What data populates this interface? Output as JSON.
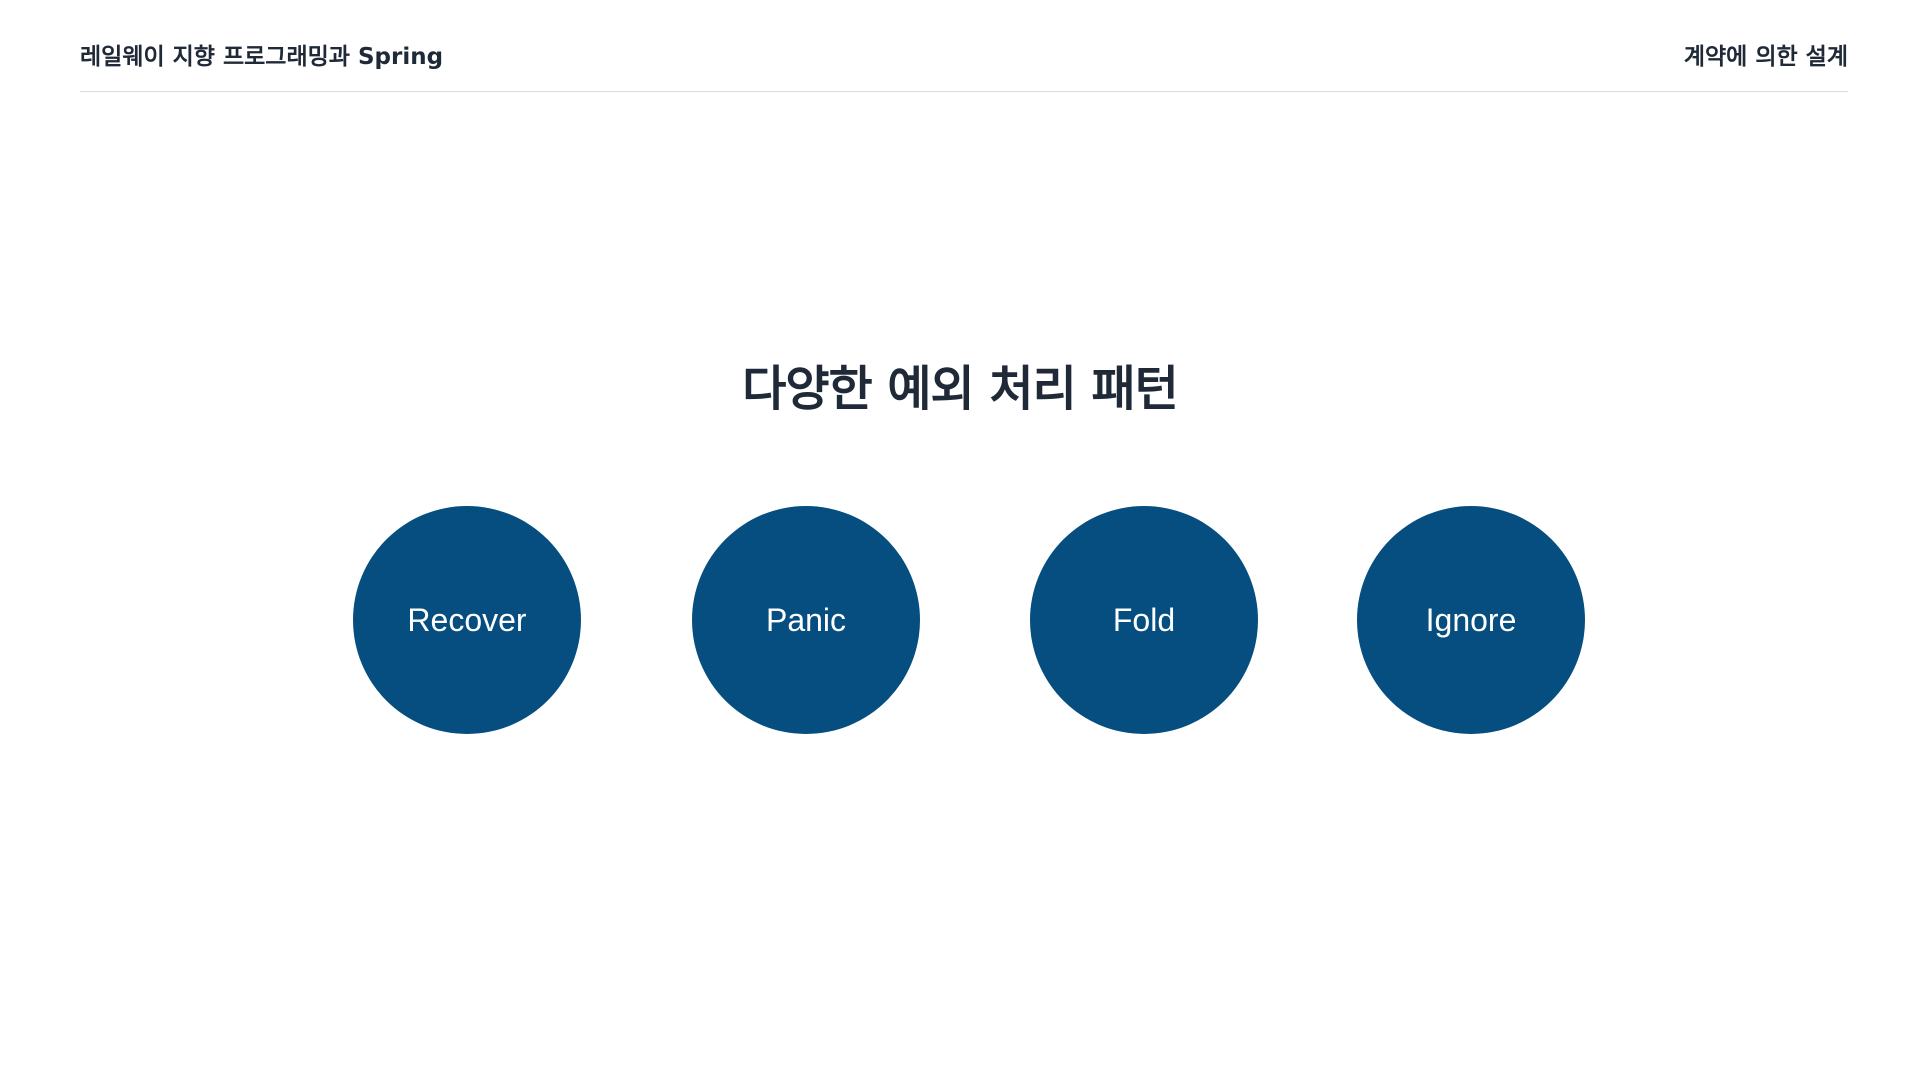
{
  "header": {
    "left_title": "레일웨이 지향 프로그래밍과 Spring",
    "right_title": "계약에 의한 설계"
  },
  "slide": {
    "title": "다양한 예외 처리 패턴"
  },
  "patterns": [
    {
      "label": "Recover"
    },
    {
      "label": "Panic"
    },
    {
      "label": "Fold"
    },
    {
      "label": "Ignore"
    }
  ],
  "colors": {
    "circle_fill": "#054e7f",
    "text_dark": "#1f2937",
    "divider": "#d9dde3",
    "background": "#ffffff"
  }
}
